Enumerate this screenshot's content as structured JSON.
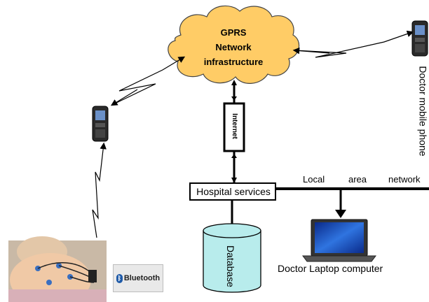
{
  "cloud": {
    "line1": "GPRS",
    "line2": "Network",
    "line3": "infrastructure"
  },
  "internet_label": "Internet",
  "hospital_label": "Hospital services",
  "lan": {
    "word1": "Local",
    "word2": "area",
    "word3": "network"
  },
  "doctor_phone_label": "Doctor mobile phone",
  "database_label": "Database",
  "laptop_label": "Doctor Laptop computer",
  "bluetooth_label": "Bluetooth",
  "icons": {
    "patient_phone": "mobile-phone-icon",
    "doctor_phone": "mobile-phone-icon",
    "laptop": "laptop-icon",
    "database": "database-cylinder-icon",
    "patient": "patient-photo",
    "bluetooth": "bluetooth-icon"
  },
  "colors": {
    "cloud_fill": "#ffcc66",
    "database_fill": "#b8ecec",
    "laptop_screen": "#1a4fbf",
    "line": "#000000"
  }
}
